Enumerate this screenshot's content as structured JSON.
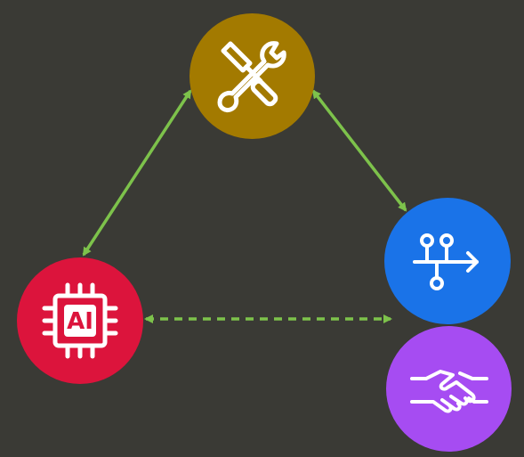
{
  "colors": {
    "background": "#3a3a35",
    "connector": "#7dc24b",
    "node_tools": "#a37a00",
    "node_ai": "#dc143c",
    "node_flow": "#1a73e8",
    "node_handshake": "#a64cf2",
    "icon": "#ffffff"
  },
  "nodes": [
    {
      "id": "tools",
      "icon": "tools-icon",
      "color": "#a37a00"
    },
    {
      "id": "ai",
      "icon": "ai-chip-icon",
      "color": "#dc143c",
      "label": "AI"
    },
    {
      "id": "flow",
      "icon": "flow-branch-icon",
      "color": "#1a73e8"
    },
    {
      "id": "handshake",
      "icon": "handshake-icon",
      "color": "#a64cf2"
    }
  ],
  "connectors": [
    {
      "from": "ai",
      "to": "tools",
      "style": "solid",
      "arrows": "both"
    },
    {
      "from": "tools",
      "to": "flow",
      "style": "solid",
      "arrows": "both"
    },
    {
      "from": "ai",
      "to": "flow",
      "style": "dashed",
      "arrows": "both"
    }
  ]
}
